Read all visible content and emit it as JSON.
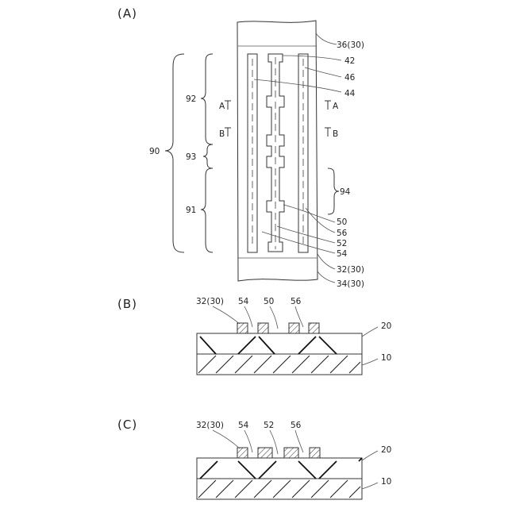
{
  "sections": {
    "a": "(A)",
    "b": "(B)",
    "c": "(C)"
  },
  "panel_a": {
    "labels": {
      "l36": "36(30)",
      "l42": "42",
      "l46": "46",
      "l44": "44",
      "l94": "94",
      "l50": "50",
      "l56": "56",
      "l52": "52",
      "l54": "54",
      "l32": "32(30)",
      "l34": "34(30)",
      "l90": "90",
      "l92": "92",
      "l93": "93",
      "l91": "91"
    },
    "section_markers": {
      "a_left": "A",
      "a_right": "A",
      "b_left": "B",
      "b_right": "B"
    }
  },
  "panel_b": {
    "labels": {
      "l32": "32(30)",
      "l54": "54",
      "l50": "50",
      "l56": "56",
      "l20": "20",
      "l10": "10"
    }
  },
  "panel_c": {
    "labels": {
      "l32": "32(30)",
      "l54": "54",
      "l52": "52",
      "l56": "56",
      "l20": "20",
      "l10": "10"
    }
  },
  "colors": {
    "line": "#333333",
    "background": "#ffffff"
  }
}
